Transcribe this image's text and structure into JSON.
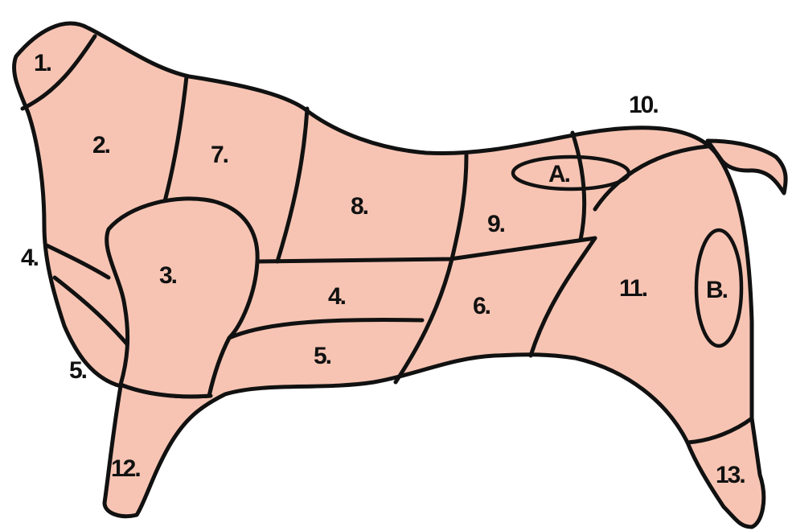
{
  "colors": {
    "meat": "#f7c4b3",
    "outline": "#111111",
    "background": "#ffffff"
  },
  "labels": {
    "l1": "1.",
    "l2": "2.",
    "l3": "3.",
    "l4_outer": "4.",
    "l4_inner": "4.",
    "l5_outer": "5.",
    "l5_inner": "5.",
    "l6": "6.",
    "l7": "7.",
    "l8": "8.",
    "l9": "9.",
    "l10": "10.",
    "l11": "11.",
    "l12": "12.",
    "l13": "13.",
    "lA": "A.",
    "lB": "B."
  }
}
